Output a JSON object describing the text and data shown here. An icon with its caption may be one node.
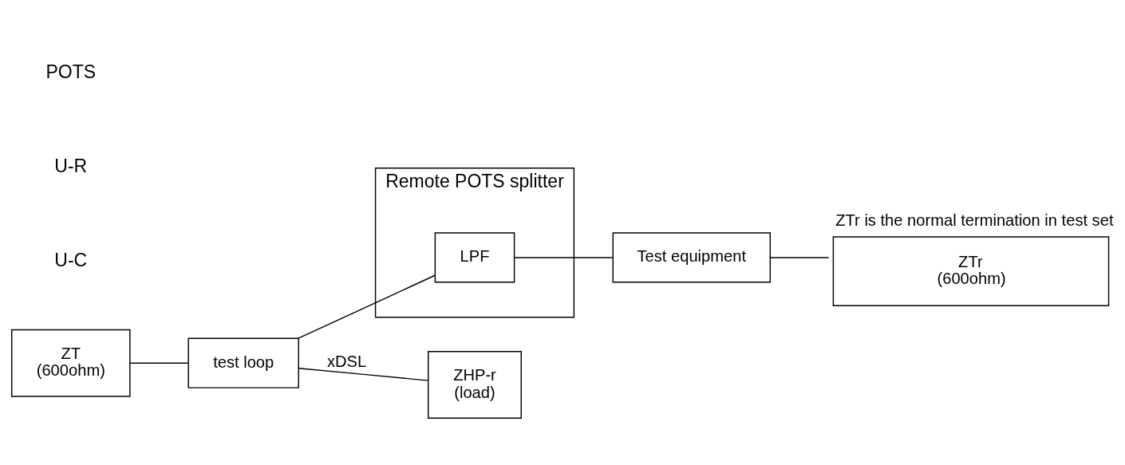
{
  "diagram": {
    "nodes": [
      {
        "text": [
          "ZT",
          "(600ohm)"
        ]
      },
      {
        "text": [
          "test loop"
        ]
      },
      {
        "text": [
          "Remote POTS splitter"
        ]
      },
      {
        "text": [
          "LPF"
        ],
        "in": 2
      },
      {
        "text": [
          "Test equipment"
        ]
      },
      {
        "text": [
          "ZTr",
          "(600ohm)"
        ],
        "beside": [
          "ZTr is the normal termination in test set"
        ]
      },
      {
        "text": [
          "ZHP-r",
          "(load)"
        ]
      }
    ],
    "edges": [
      {
        "from": 0,
        "to": 1,
        "arrow": "none"
      },
      {
        "from": 1,
        "to": 3,
        "arrow": "none"
      },
      {
        "from": 1,
        "to": 6,
        "arrow": "none",
        "label": "xDSL"
      },
      {
        "from": 3,
        "to": 4,
        "arrow": "none"
      },
      {
        "from": 4,
        "to": 5,
        "arrow": "none"
      }
    ],
    "labels": [
      "U-C",
      "U-R",
      "POTS"
    ]
  }
}
